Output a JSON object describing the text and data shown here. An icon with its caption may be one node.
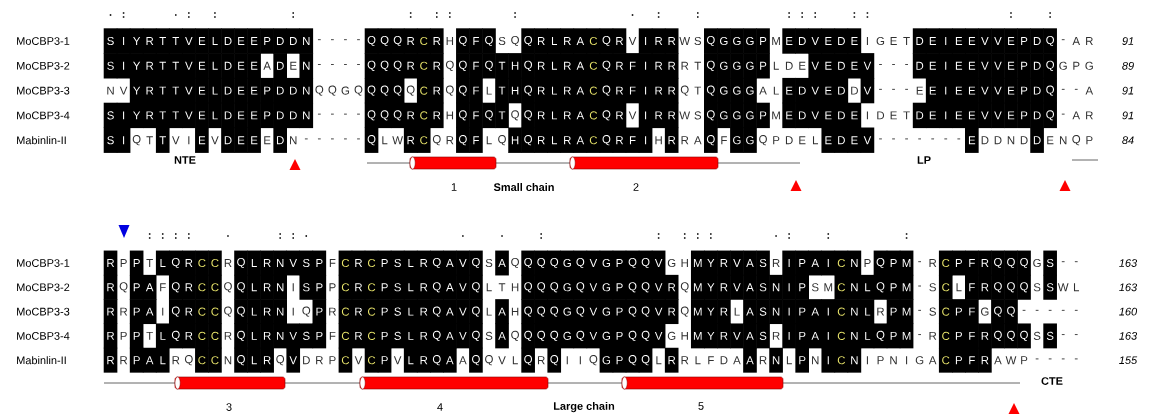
{
  "diagram": {
    "labels": [
      ".",
      ":",
      ".",
      ":",
      ":",
      ":",
      ":",
      ":",
      ":",
      ":",
      ".",
      ":",
      ":",
      ":",
      ":",
      ":",
      ":",
      ":",
      ":",
      ":",
      "MoCBP3-1",
      "S",
      "I",
      "Y",
      "R",
      "T",
      "T",
      "V",
      "E",
      "L",
      "D",
      "E",
      "E",
      "P",
      "D",
      "D",
      "N",
      "-",
      "-",
      "-",
      "-",
      "Q",
      "Q",
      "Q",
      "R",
      "C",
      "R",
      "H",
      "Q",
      "F",
      "Q",
      "S",
      "Q",
      "Q",
      "R",
      "L",
      "R",
      "A",
      "C",
      "Q",
      "R",
      "V",
      "I",
      "R",
      "R",
      "W",
      "S",
      "Q",
      "G",
      "G",
      "G",
      "P",
      "M",
      "E",
      "D",
      "V",
      "E",
      "D",
      "E",
      "I",
      "G",
      "E",
      "T",
      "D",
      "E",
      "I",
      "E",
      "E",
      "V",
      "V",
      "E",
      "P",
      "D",
      "Q",
      "-",
      "A",
      "R",
      "91",
      "MoCBP3-2",
      "S",
      "I",
      "Y",
      "R",
      "T",
      "T",
      "V",
      "E",
      "L",
      "D",
      "E",
      "E",
      "A",
      "D",
      "E",
      "N",
      "-",
      "-",
      "-",
      "-",
      "Q",
      "Q",
      "Q",
      "R",
      "C",
      "R",
      "Q",
      "Q",
      "F",
      "Q",
      "T",
      "H",
      "Q",
      "R",
      "L",
      "R",
      "A",
      "C",
      "Q",
      "R",
      "F",
      "I",
      "R",
      "R",
      "R",
      "T",
      "Q",
      "G",
      "G",
      "G",
      "P",
      "L",
      "D",
      "E",
      "V",
      "E",
      "D",
      "E",
      "V",
      "-",
      "-",
      "-",
      "D",
      "E",
      "I",
      "E",
      "E",
      "V",
      "V",
      "E",
      "P",
      "D",
      "Q",
      "G",
      "P",
      "G",
      "89",
      "MoCBP3-3",
      "N",
      "V",
      "Y",
      "R",
      "T",
      "T",
      "V",
      "E",
      "L",
      "D",
      "E",
      "E",
      "P",
      "D",
      "D",
      "N",
      "Q",
      "Q",
      "G",
      "Q",
      "Q",
      "Q",
      "Q",
      "Q",
      "C",
      "R",
      "Q",
      "Q",
      "F",
      "L",
      "T",
      "H",
      "Q",
      "R",
      "L",
      "R",
      "A",
      "C",
      "Q",
      "R",
      "F",
      "I",
      "R",
      "R",
      "Q",
      "T",
      "Q",
      "G",
      "G",
      "G",
      "A",
      "L",
      "E",
      "D",
      "V",
      "E",
      "D",
      "D",
      "V",
      "-",
      "-",
      "-",
      "E",
      "E",
      "I",
      "E",
      "E",
      "V",
      "V",
      "E",
      "P",
      "D",
      "Q",
      "-",
      "-",
      "A",
      "91",
      "MoCBP3-4",
      "S",
      "I",
      "Y",
      "R",
      "T",
      "T",
      "V",
      "E",
      "L",
      "D",
      "E",
      "E",
      "P",
      "D",
      "D",
      "N",
      "-",
      "-",
      "-",
      "-",
      "Q",
      "Q",
      "Q",
      "R",
      "C",
      "R",
      "H",
      "Q",
      "F",
      "Q",
      "T",
      "Q",
      "Q",
      "R",
      "L",
      "R",
      "A",
      "C",
      "Q",
      "R",
      "V",
      "I",
      "R",
      "R",
      "W",
      "S",
      "Q",
      "G",
      "G",
      "G",
      "P",
      "M",
      "E",
      "D",
      "V",
      "E",
      "D",
      "E",
      "I",
      "D",
      "E",
      "T",
      "D",
      "E",
      "I",
      "E",
      "E",
      "V",
      "V",
      "E",
      "P",
      "D",
      "Q",
      "-",
      "A",
      "R",
      "91",
      "Mabinlin-II",
      "S",
      "I",
      "Q",
      "T",
      "T",
      "V",
      "I",
      "E",
      "V",
      "D",
      "E",
      "E",
      "E",
      "D",
      "N",
      "-",
      "-",
      "-",
      "-",
      "-",
      "Q",
      "L",
      "W",
      "R",
      "C",
      "Q",
      "R",
      "Q",
      "F",
      "L",
      "Q",
      "H",
      "Q",
      "R",
      "L",
      "R",
      "A",
      "C",
      "Q",
      "R",
      "F",
      "I",
      "H",
      "R",
      "R",
      "A",
      "Q",
      "F",
      "G",
      "G",
      "Q",
      "P",
      "D",
      "E",
      "L",
      "E",
      "D",
      "E",
      "V",
      "-",
      "-",
      "-",
      "-",
      "-",
      "-",
      "-",
      "E",
      "D",
      "D",
      "N",
      "D",
      "D",
      "E",
      "N",
      "Q",
      "P",
      "84",
      "NTE",
      "1",
      "Small chain",
      "2",
      "LP",
      ":",
      ":",
      ":",
      ":",
      ".",
      ":",
      ":",
      ".",
      ".",
      ".",
      ":",
      ":",
      ":",
      ":",
      ":",
      ".",
      ":",
      ":",
      ":",
      "MoCBP3-1",
      "R",
      "P",
      "P",
      "T",
      "L",
      "Q",
      "R",
      "C",
      "C",
      "R",
      "Q",
      "L",
      "R",
      "N",
      "V",
      "S",
      "P",
      "F",
      "C",
      "R",
      "C",
      "P",
      "S",
      "L",
      "R",
      "Q",
      "A",
      "V",
      "Q",
      "S",
      "A",
      "Q",
      "Q",
      "Q",
      "Q",
      "G",
      "Q",
      "V",
      "G",
      "P",
      "Q",
      "Q",
      "V",
      "G",
      "H",
      "M",
      "Y",
      "R",
      "V",
      "A",
      "S",
      "R",
      "I",
      "P",
      "A",
      "I",
      "C",
      "N",
      "P",
      "Q",
      "P",
      "M",
      "-",
      "R",
      "C",
      "P",
      "F",
      "R",
      "Q",
      "Q",
      "Q",
      "G",
      "S",
      "-",
      "-",
      "163",
      "MoCBP3-2",
      "R",
      "Q",
      "P",
      "A",
      "F",
      "Q",
      "R",
      "C",
      "C",
      "Q",
      "Q",
      "L",
      "R",
      "N",
      "I",
      "S",
      "P",
      "P",
      "C",
      "R",
      "C",
      "P",
      "S",
      "L",
      "R",
      "Q",
      "A",
      "V",
      "Q",
      "L",
      "T",
      "H",
      "Q",
      "Q",
      "Q",
      "G",
      "Q",
      "V",
      "G",
      "P",
      "Q",
      "Q",
      "V",
      "R",
      "Q",
      "M",
      "Y",
      "R",
      "V",
      "A",
      "S",
      "N",
      "I",
      "P",
      "S",
      "M",
      "C",
      "N",
      "L",
      "Q",
      "P",
      "M",
      "-",
      "S",
      "C",
      "L",
      "F",
      "R",
      "Q",
      "Q",
      "Q",
      "S",
      "S",
      "W",
      "L",
      "163",
      "MoCBP3-3",
      "R",
      "R",
      "P",
      "A",
      "I",
      "Q",
      "R",
      "C",
      "C",
      "Q",
      "Q",
      "L",
      "R",
      "N",
      "I",
      "Q",
      "P",
      "R",
      "C",
      "R",
      "C",
      "P",
      "S",
      "L",
      "R",
      "Q",
      "A",
      "V",
      "Q",
      "L",
      "A",
      "H",
      "Q",
      "Q",
      "Q",
      "G",
      "Q",
      "V",
      "G",
      "P",
      "Q",
      "Q",
      "V",
      "R",
      "Q",
      "M",
      "Y",
      "R",
      "L",
      "A",
      "S",
      "N",
      "I",
      "P",
      "A",
      "I",
      "C",
      "N",
      "L",
      "R",
      "P",
      "M",
      "-",
      "S",
      "C",
      "P",
      "F",
      "G",
      "Q",
      "Q",
      "-",
      "-",
      "-",
      "-",
      "-",
      "160",
      "MoCBP3-4",
      "R",
      "P",
      "P",
      "T",
      "L",
      "Q",
      "R",
      "C",
      "C",
      "R",
      "Q",
      "L",
      "R",
      "N",
      "V",
      "S",
      "P",
      "F",
      "C",
      "R",
      "C",
      "P",
      "S",
      "L",
      "R",
      "Q",
      "A",
      "V",
      "Q",
      "S",
      "A",
      "Q",
      "Q",
      "Q",
      "Q",
      "G",
      "Q",
      "V",
      "G",
      "P",
      "Q",
      "Q",
      "V",
      "G",
      "H",
      "M",
      "Y",
      "R",
      "V",
      "A",
      "S",
      "R",
      "I",
      "P",
      "A",
      "I",
      "C",
      "N",
      "L",
      "Q",
      "P",
      "M",
      "-",
      "R",
      "C",
      "P",
      "F",
      "R",
      "Q",
      "Q",
      "Q",
      "S",
      "S",
      "-",
      "-",
      "163",
      "Mabinlin-II",
      "R",
      "R",
      "P",
      "A",
      "L",
      "R",
      "Q",
      "C",
      "C",
      "N",
      "Q",
      "L",
      "R",
      "Q",
      "V",
      "D",
      "R",
      "P",
      "C",
      "V",
      "C",
      "P",
      "V",
      "L",
      "R",
      "Q",
      "A",
      "A",
      "Q",
      "Q",
      "V",
      "L",
      "Q",
      "R",
      "Q",
      "I",
      "I",
      "Q",
      "G",
      "P",
      "Q",
      "Q",
      "L",
      "R",
      "R",
      "L",
      "F",
      "D",
      "A",
      "A",
      "R",
      "N",
      "L",
      "P",
      "N",
      "I",
      "C",
      "N",
      "I",
      "P",
      "N",
      "I",
      "G",
      "A",
      "C",
      "P",
      "F",
      "R",
      "A",
      "W",
      "P",
      "-",
      "-",
      "-",
      "-",
      "155",
      "3",
      "4",
      "Large chain",
      "5",
      "CTE"
    ]
  }
}
